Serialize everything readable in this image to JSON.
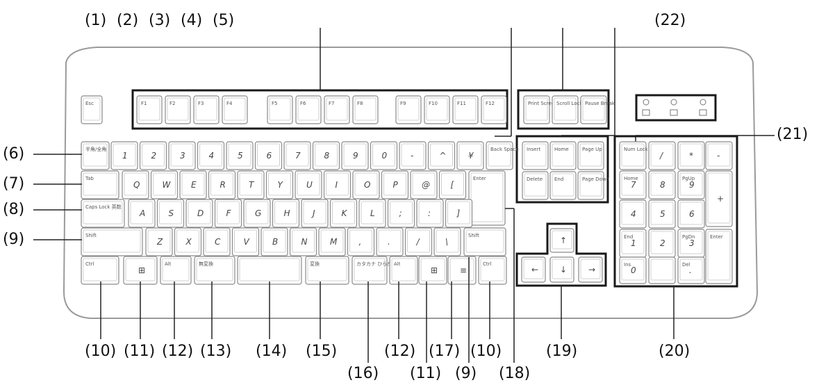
{
  "callouts": {
    "c1": "(1)",
    "c2": "(2)",
    "c3": "(3)",
    "c4": "(4)",
    "c5": "(5)",
    "c6": "(6)",
    "c7": "(7)",
    "c8": "(8)",
    "c9": "(9)",
    "c21": "(21)",
    "c22": "(22)",
    "b10a": "(10)",
    "b11a": "(11)",
    "b12a": "(12)",
    "b13": "(13)",
    "b14": "(14)",
    "b15": "(15)",
    "b12b": "(12)",
    "b17": "(17)",
    "b10b": "(10)",
    "b19": "(19)",
    "b20": "(20)",
    "b16": "(16)",
    "b11b": "(11)",
    "b9b": "(9)",
    "b18": "(18)"
  },
  "keys": {
    "esc": "Esc",
    "f": [
      "F1",
      "F2",
      "F3",
      "F4",
      "F5",
      "F6",
      "F7",
      "F8",
      "F9",
      "F10",
      "F11",
      "F12"
    ],
    "prtsc": "Print Screen SysRq",
    "scroll": "Scroll Lock",
    "pause": "Pause Break",
    "hankaku": "半角/全角",
    "backspace": "Back Space",
    "tab": "Tab",
    "enter": "Enter",
    "caps": "Caps Lock 英数",
    "shift": "Shift",
    "ctrl": "Ctrl",
    "alt": "Alt",
    "muhenkan": "無変換",
    "henkan": "変換",
    "kana": "カタカナ ひらがな",
    "insert": "Insert",
    "home": "Home",
    "pageup": "Page Up",
    "delete": "Delete",
    "end": "End",
    "pagedown": "Page Down",
    "numlock": "Num Lock",
    "num_enter": "Enter",
    "num_home": "Home",
    "num_pgup": "PgUp",
    "num_end": "End",
    "num_pgdn": "PgDn",
    "num_ins": "Ins",
    "num_del": "Del",
    "row1": [
      "1",
      "2",
      "3",
      "4",
      "5",
      "6",
      "7",
      "8",
      "9",
      "0",
      "-",
      "^",
      "¥"
    ],
    "row2": [
      "Q",
      "W",
      "E",
      "R",
      "T",
      "Y",
      "U",
      "I",
      "O",
      "P",
      "@",
      "["
    ],
    "row3": [
      "A",
      "S",
      "D",
      "F",
      "G",
      "H",
      "J",
      "K",
      "L",
      ";",
      ":",
      "]"
    ],
    "row4": [
      "Z",
      "X",
      "C",
      "V",
      "B",
      "N",
      "M",
      ",",
      ".",
      "/",
      "\\"
    ],
    "numpad": [
      "/",
      "*",
      "-",
      "7",
      "8",
      "9",
      "+",
      "4",
      "5",
      "6",
      "1",
      "2",
      "3",
      "0",
      "."
    ],
    "arrows": [
      "↑",
      "←",
      "↓",
      "→"
    ]
  },
  "colors": {
    "outline": "#1a1a1a",
    "key": "#ffffff",
    "key_edge": "#8a8a8a",
    "body": "#ffffff",
    "body_edge": "#9a9a9a"
  }
}
